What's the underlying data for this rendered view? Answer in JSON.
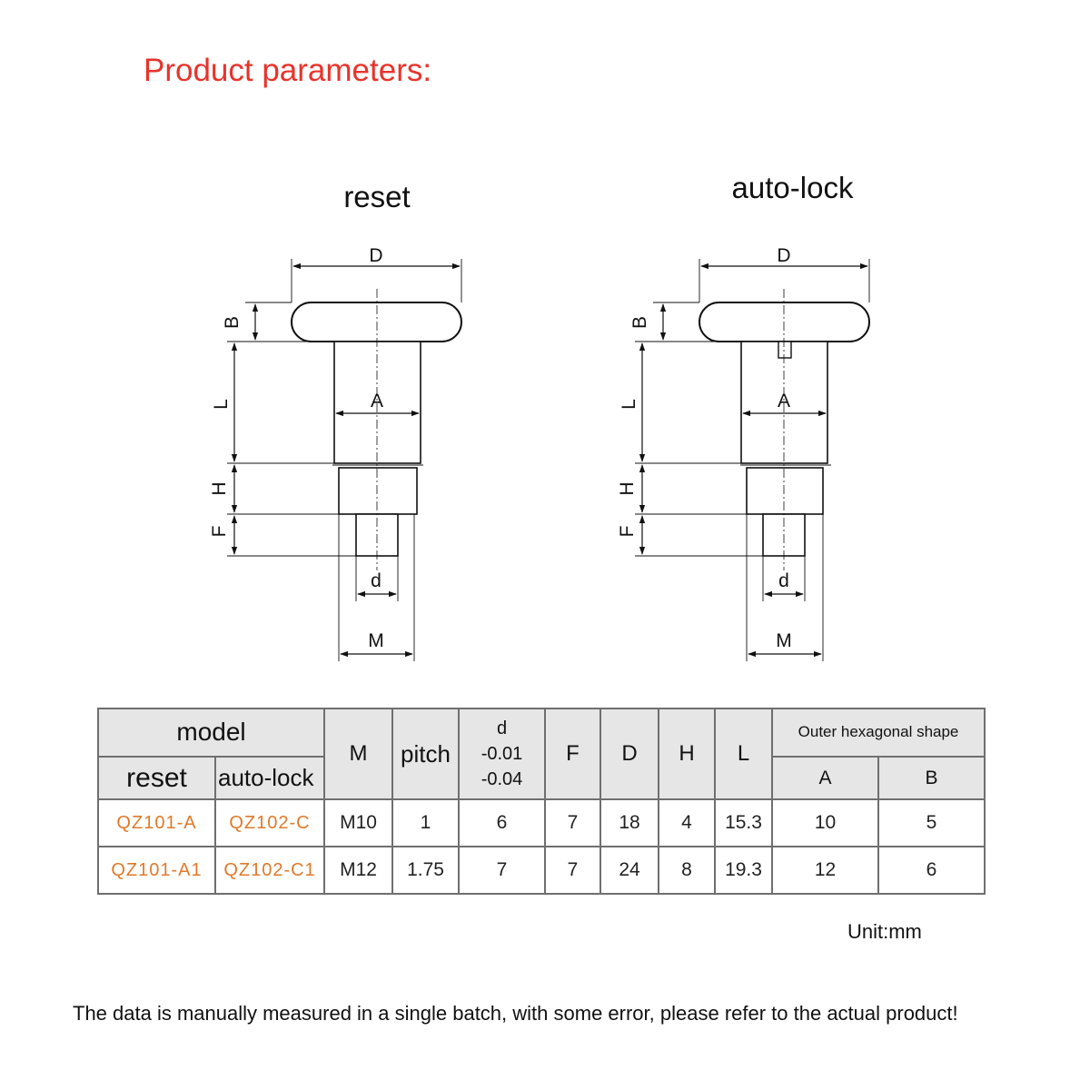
{
  "title": "Product parameters:",
  "drawings": {
    "reset": {
      "label": "reset",
      "dims": {
        "D": "D",
        "B": "B",
        "L": "L",
        "A": "A",
        "H": "H",
        "F": "F",
        "d": "d",
        "M": "M"
      }
    },
    "auto_lock": {
      "label": "auto-lock",
      "dims": {
        "D": "D",
        "B": "B",
        "L": "L",
        "A": "A",
        "H": "H",
        "F": "F",
        "d": "d",
        "M": "M"
      }
    }
  },
  "table": {
    "headers": {
      "model": "model",
      "reset": "reset",
      "auto_lock": "auto-lock",
      "M": "M",
      "pitch": "pitch",
      "d": "d",
      "d_tol_upper": "-0.01",
      "d_tol_lower": "-0.04",
      "F": "F",
      "D": "D",
      "H": "H",
      "L": "L",
      "hex": "Outer hexagonal shape",
      "A": "A",
      "B": "B"
    },
    "rows": [
      {
        "reset": "QZ101-A",
        "auto_lock": "QZ102-C",
        "M": "M10",
        "pitch": "1",
        "d": "6",
        "F": "7",
        "D": "18",
        "H": "4",
        "L": "15.3",
        "A": "10",
        "B": "5"
      },
      {
        "reset": "QZ101-A1",
        "auto_lock": "QZ102-C1",
        "M": "M12",
        "pitch": "1.75",
        "d": "7",
        "F": "7",
        "D": "24",
        "H": "8",
        "L": "19.3",
        "A": "12",
        "B": "6"
      }
    ]
  },
  "unit": "Unit:mm",
  "footnote": "The data is manually measured in a single batch, with some error, please refer to the actual product!",
  "colors": {
    "title": "#e8332b",
    "model_code": "#e07a2a",
    "header_bg": "#e6e6e6",
    "border": "#6f6f6f"
  }
}
